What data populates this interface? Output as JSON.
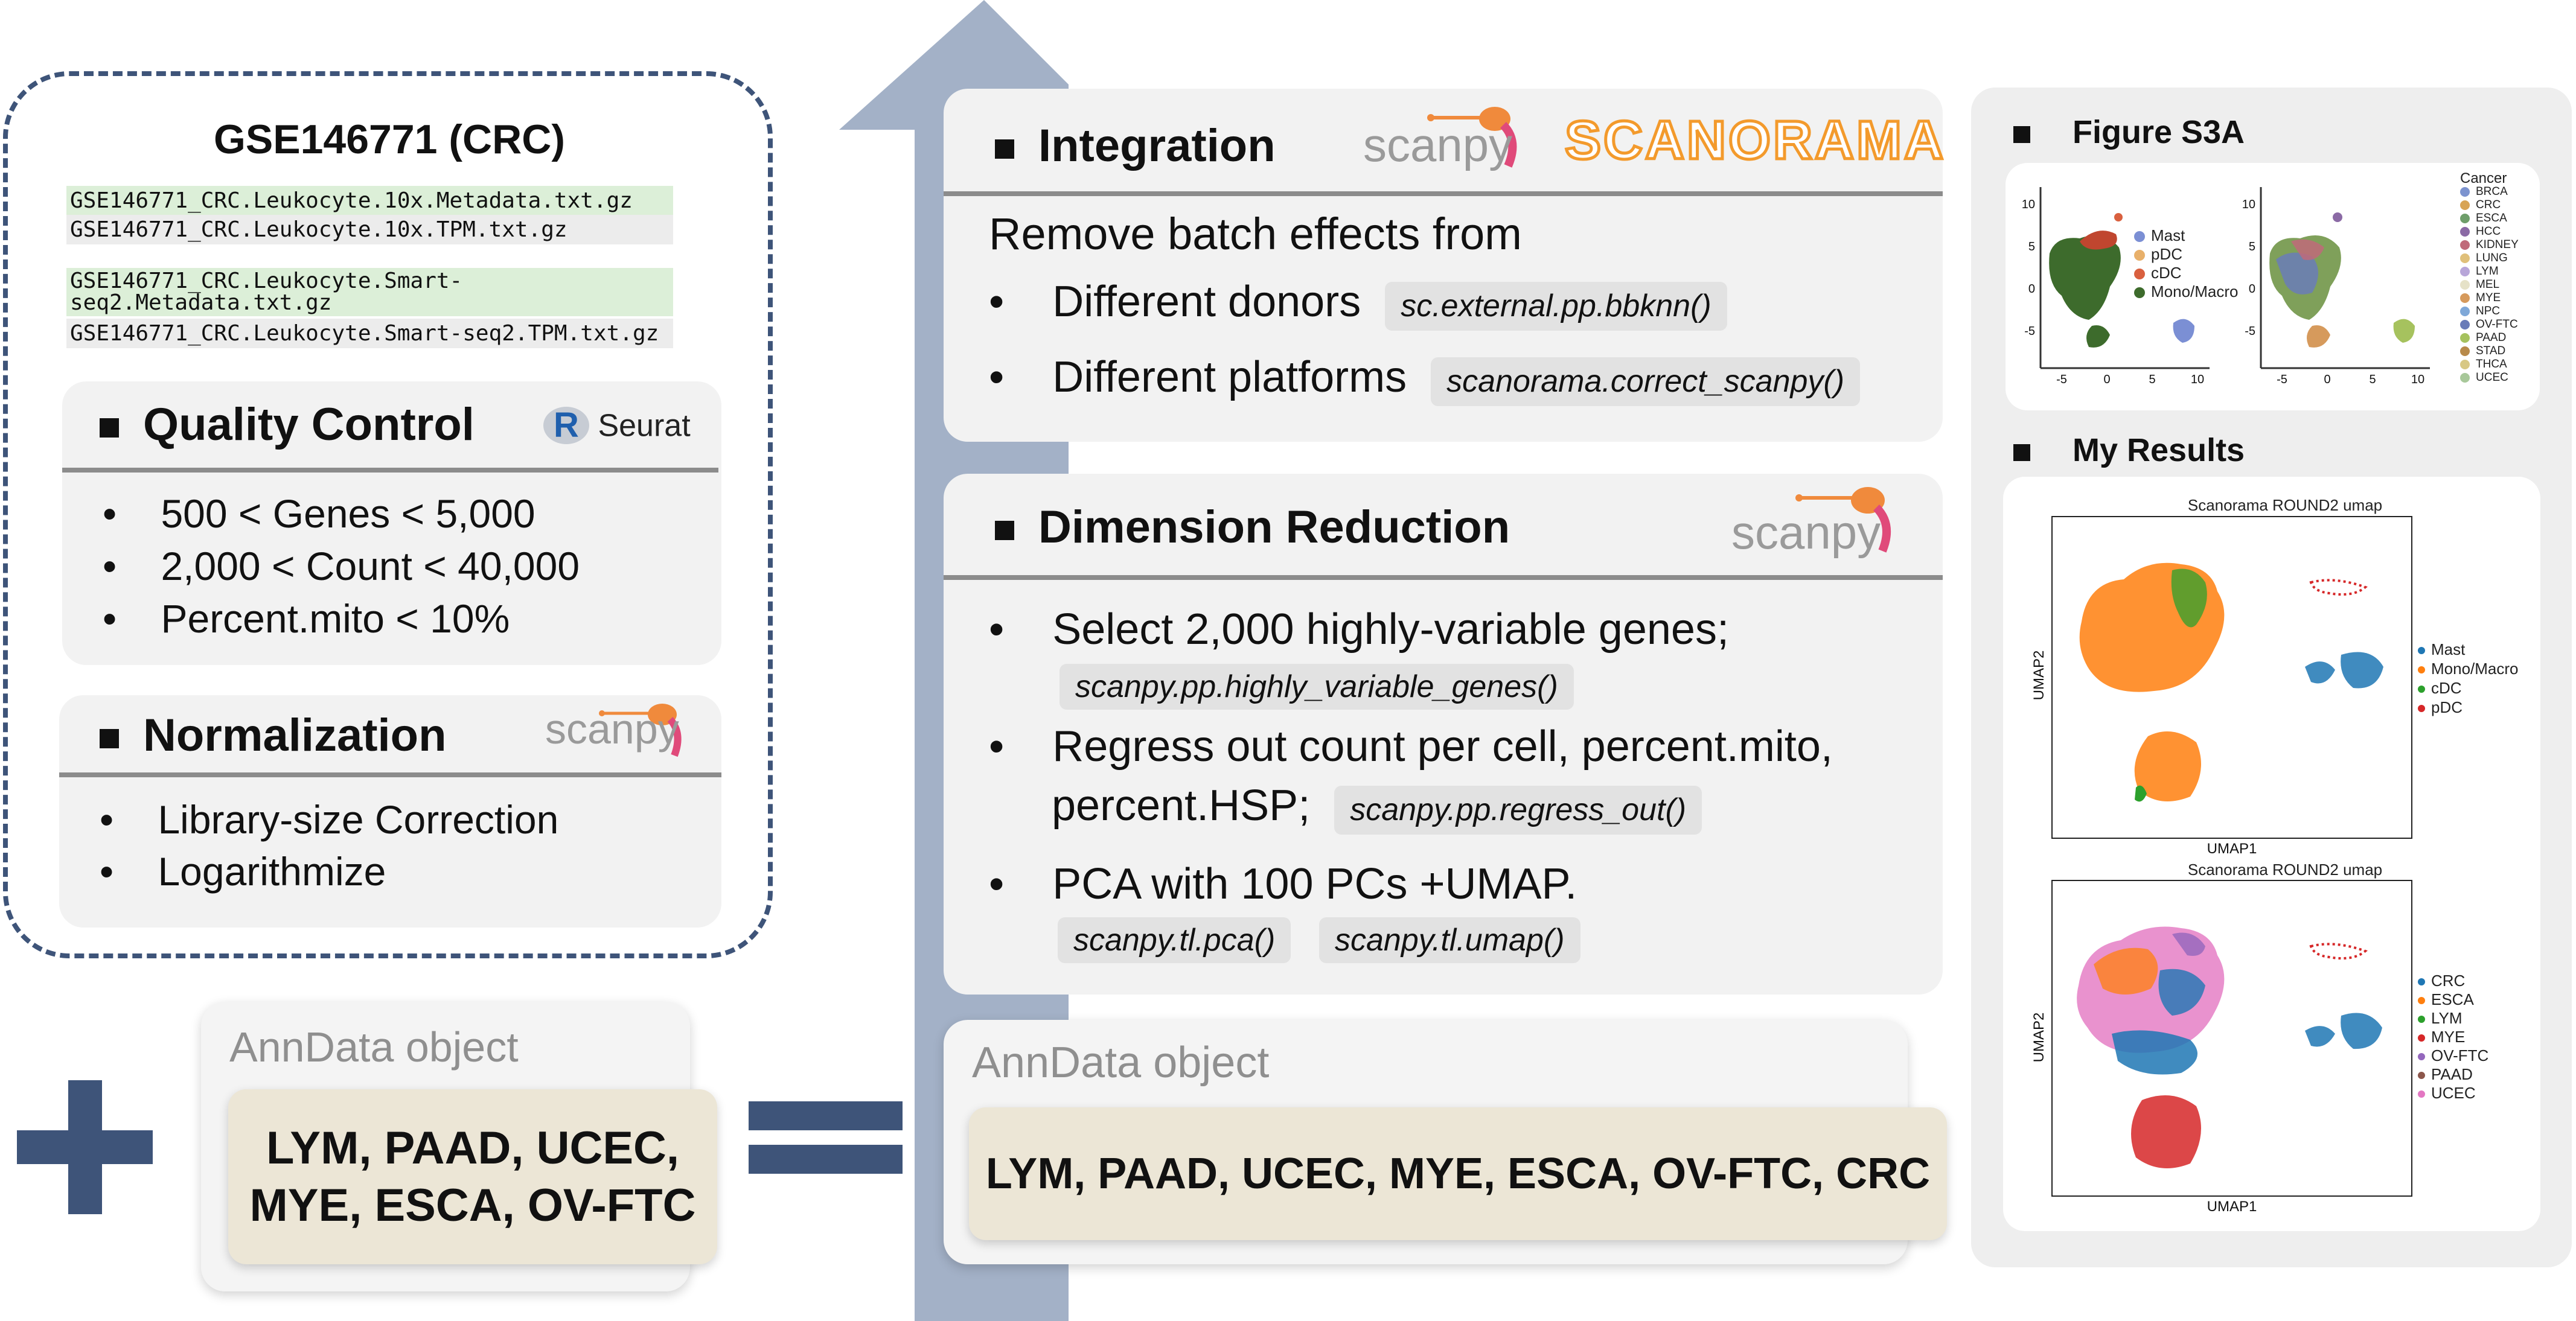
{
  "left": {
    "dataset_title": "GSE146771 (CRC)",
    "files": [
      "GSE146771_CRC.Leukocyte.10x.Metadata.txt.gz",
      "GSE146771_CRC.Leukocyte.10x.TPM.txt.gz",
      "GSE146771_CRC.Leukocyte.Smart-seq2.Metadata.txt.gz",
      "GSE146771_CRC.Leukocyte.Smart-seq2.TPM.txt.gz"
    ],
    "qc": {
      "title": "Quality Control",
      "logo_letter": "R",
      "logo_text": "Seurat",
      "items": [
        "500 < Genes < 5,000",
        "2,000 < Count < 40,000",
        "Percent.mito < 10%"
      ]
    },
    "norm": {
      "title": "Normalization",
      "logo_text": "scanpy",
      "items": [
        "Library-size Correction",
        "Logarithmize"
      ]
    },
    "anndata": {
      "label": "AnnData object",
      "line1": "LYM, PAAD, UCEC,",
      "line2": "MYE, ESCA, OV-FTC"
    }
  },
  "integration": {
    "title": "Integration",
    "logo_scanpy": "scanpy",
    "logo_scanorama": "SCANORAMA",
    "intro": "Remove batch effects from",
    "items": [
      {
        "text": "Different donors",
        "code": "sc.external.pp.bbknn()"
      },
      {
        "text": "Different platforms",
        "code": "scanorama.correct_scanpy()"
      }
    ]
  },
  "dimred": {
    "title": "Dimension Reduction",
    "logo_scanpy": "scanpy",
    "item1": {
      "text": "Select 2,000 highly-variable genes;",
      "code": "scanpy.pp.highly_variable_genes()"
    },
    "item2": {
      "text1": "Regress out count per cell, percent.mito,",
      "text2": "percent.HSP;",
      "code": "scanpy.pp.regress_out()"
    },
    "item3": {
      "text": "PCA with 100 PCs +UMAP.",
      "code1": "scanpy.tl.pca()",
      "code2": "scanpy.tl.umap()"
    }
  },
  "result_anndata": {
    "label": "AnnData object",
    "text": "LYM, PAAD, UCEC, MYE, ESCA, OV-FTC, CRC"
  },
  "right": {
    "fig_title": "Figure S3A",
    "my_results": "My Results",
    "s3a": {
      "ticks_y": [
        "10",
        "5",
        "0",
        "-5"
      ],
      "ticks_x": [
        "-5",
        "0",
        "5",
        "10"
      ],
      "legend1": [
        {
          "label": "Mast",
          "color": "#7b8fd4"
        },
        {
          "label": "pDC",
          "color": "#e8b06a"
        },
        {
          "label": "cDC",
          "color": "#d9603f"
        },
        {
          "label": "Mono/Macro",
          "color": "#3d6b2c"
        }
      ],
      "legend2_title": "Cancer",
      "legend2": [
        {
          "label": "BRCA",
          "color": "#7c93cf"
        },
        {
          "label": "CRC",
          "color": "#d8a455"
        },
        {
          "label": "ESCA",
          "color": "#6f9e6a"
        },
        {
          "label": "HCC",
          "color": "#8b6aa5"
        },
        {
          "label": "KIDNEY",
          "color": "#c06a7a"
        },
        {
          "label": "LUNG",
          "color": "#e0c07a"
        },
        {
          "label": "LYM",
          "color": "#b8a6d9"
        },
        {
          "label": "MEL",
          "color": "#e6e2c8"
        },
        {
          "label": "MYE",
          "color": "#d69a5c"
        },
        {
          "label": "NPC",
          "color": "#7fa8d8"
        },
        {
          "label": "OV-FTC",
          "color": "#6a7cb8"
        },
        {
          "label": "PAAD",
          "color": "#a6c25e"
        },
        {
          "label": "STAD",
          "color": "#b88a4a"
        },
        {
          "label": "THCA",
          "color": "#d8c884"
        },
        {
          "label": "UCEC",
          "color": "#a8c89a"
        }
      ]
    },
    "umap1": {
      "title": "Scanorama ROUND2 umap",
      "xlabel": "UMAP1",
      "ylabel": "UMAP2",
      "legend": [
        {
          "label": "Mast",
          "color": "#1f77b4"
        },
        {
          "label": "Mono/Macro",
          "color": "#ff7f0e"
        },
        {
          "label": "cDC",
          "color": "#2ca02c"
        },
        {
          "label": "pDC",
          "color": "#d62728"
        }
      ]
    },
    "umap2": {
      "title": "Scanorama ROUND2 umap",
      "xlabel": "UMAP1",
      "ylabel": "UMAP2",
      "legend": [
        {
          "label": "CRC",
          "color": "#1f77b4"
        },
        {
          "label": "ESCA",
          "color": "#ff7f0e"
        },
        {
          "label": "LYM",
          "color": "#2ca02c"
        },
        {
          "label": "MYE",
          "color": "#d62728"
        },
        {
          "label": "OV-FTC",
          "color": "#9467bd"
        },
        {
          "label": "PAAD",
          "color": "#8c564b"
        },
        {
          "label": "UCEC",
          "color": "#e377c2"
        }
      ]
    }
  },
  "colors": {
    "navy": "#3e5479",
    "arrow": "#a3b1c7",
    "panel": "#f2f2f2",
    "anndata_box": "#ece6d6",
    "file_green": "#dcefd8",
    "scanorama": "#f39a2c"
  }
}
